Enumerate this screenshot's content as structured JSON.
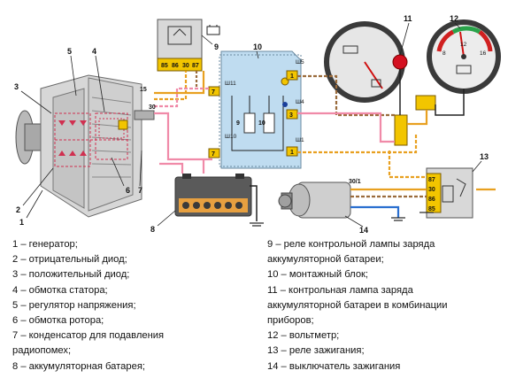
{
  "callouts": {
    "n1": "1",
    "n2": "2",
    "n3": "3",
    "n4": "4",
    "n5": "5",
    "n6": "6",
    "n7": "7",
    "n8": "8",
    "n9": "9",
    "n10": "10",
    "n11": "11",
    "n12": "12",
    "n13": "13",
    "n14": "14"
  },
  "relay9_pins": [
    "85",
    "86",
    "30",
    "87"
  ],
  "wire_labels": {
    "w15": "15",
    "w30": "30",
    "w30_1": "30/1"
  },
  "block10": {
    "sh5": "Ш5",
    "sh11": "Ш11",
    "sh4": "Ш4",
    "sh10": "Ш10",
    "sh1": "Ш1",
    "fuse9": "9",
    "fuse10": "10",
    "pin7": "7",
    "pin1": "1",
    "pin3": "3"
  },
  "relay13_pins": [
    "87",
    "30",
    "86",
    "85"
  ],
  "voltmeter_scale": {
    "low": "8",
    "high": "16",
    "mid": "12"
  },
  "legend_left": [
    "1 – генератор;",
    "2 – отрицательный диод;",
    "3 – положительный диод;",
    "4 – обмотка статора;",
    "5 – регулятор напряжения;",
    "6 – обмотка ротора;",
    "7 – конденсатор для подавления",
    "радиопомех;",
    "8 – аккумуляторная батарея;"
  ],
  "legend_right": [
    "9 – реле контрольной лампы заряда",
    "аккумуляторной батареи;",
    "10 – монтажный блок;",
    "11 – контрольная лампа заряда",
    "аккумуляторной батареи в комбинации",
    "приборов;",
    "12 – вольтметр;",
    "13 – реле зажигания;",
    "14 – выключатель зажигания"
  ],
  "colors": {
    "wire_orange": "#e8a020",
    "wire_pink": "#f08aa8",
    "wire_blue": "#2a6fd0",
    "wire_brown_dash": "#9a6b3c",
    "block_blue": "#bfdcf0",
    "relay_yellow": "#f2c500",
    "label_red": "#d01020"
  }
}
